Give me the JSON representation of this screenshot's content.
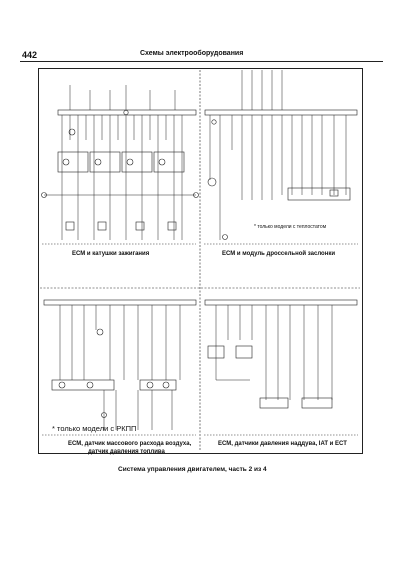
{
  "header": {
    "page_number": "442",
    "title": "Схемы электрооборудования"
  },
  "footer": {
    "caption": "Система управления двигателем, часть 2 из 4"
  },
  "panels": {
    "top_left": {
      "caption": "ЕСМ и катушки зажигания"
    },
    "top_right": {
      "caption": "ЕСМ и модуль дроссельной заслонки",
      "note": "* только модели с теплостатом"
    },
    "bottom_left": {
      "caption_line1": "ЕСМ, датчик массового расхода воздуха,",
      "caption_line2": "датчик давления топлива",
      "note": "* только модели с РКПП"
    },
    "bottom_right": {
      "caption": "ЕСМ, датчики давления наддува, IAT и ЕСТ"
    }
  },
  "colors": {
    "line": "#222222",
    "page": "#ffffff"
  }
}
